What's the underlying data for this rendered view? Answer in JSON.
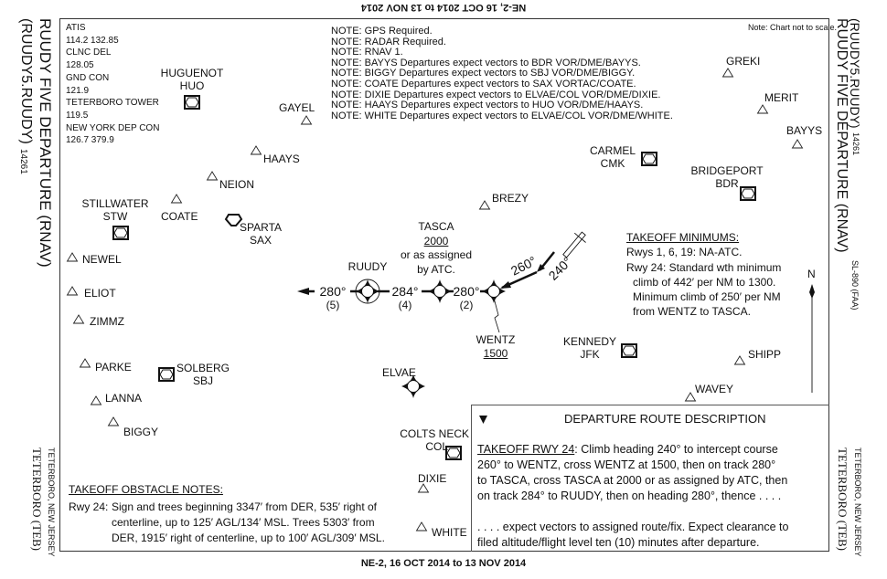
{
  "header": {
    "top_upside_down": "NE-2, 16 OCT 2014 to 13 NOV 2014",
    "bottom": "NE-2, 16 OCT 2014 to 13 NOV 2014"
  },
  "margins": {
    "title": "RUUDY FIVE DEPARTURE (RNAV)",
    "code": "(RUUDY5.RUUDY)",
    "number": "14261",
    "faa": "SL-890 (FAA)",
    "airport": "TETERBORO (TEB)",
    "city": "TETERBORO, NEW JERSEY"
  },
  "frequencies": [
    "ATIS",
    "114.2  132.85",
    "CLNC DEL",
    "128.05",
    "GND CON",
    "121.9",
    "TETERBORO TOWER",
    "119.5",
    "NEW YORK DEP CON",
    "126.7  379.9"
  ],
  "notes": [
    "NOTE: GPS Required.",
    "NOTE: RADAR Required.",
    "NOTE: RNAV 1.",
    "NOTE: BAYYS Departures expect vectors to BDR VOR/DME/BAYYS.",
    "NOTE: BIGGY Departures expect vectors to SBJ VOR/DME/BIGGY.",
    "NOTE: COATE Departures expect vectors to SAX VORTAC/COATE.",
    "NOTE: DIXIE Departures expect vectors to ELVAE/COL VOR/DME/DIXIE.",
    "NOTE: HAAYS Departures expect vectors to HUO VOR/DME/HAAYS.",
    "NOTE: WHITE Departures expect vectors to ELVAE/COL VOR/DME/WHITE."
  ],
  "not_to_scale": "Note: Chart not to scale.",
  "navaids": {
    "huo": {
      "name": "HUGUENOT",
      "id": "HUO"
    },
    "stw": {
      "name": "STILLWATER",
      "id": "STW"
    },
    "sax": {
      "name": "SPARTA",
      "id": "SAX"
    },
    "sbj": {
      "name": "SOLBERG",
      "id": "SBJ"
    },
    "cmk": {
      "name": "CARMEL",
      "id": "CMK"
    },
    "bdr": {
      "name": "BRIDGEPORT",
      "id": "BDR"
    },
    "jfk": {
      "name": "KENNEDY",
      "id": "JFK"
    },
    "col": {
      "name": "COLTS NECK",
      "id": "COL"
    }
  },
  "waypoints": {
    "gayel": "GAYEL",
    "haays": "HAAYS",
    "neion": "NEION",
    "coate": "COATE",
    "newel": "NEWEL",
    "eliot": "ELIOT",
    "zimmz": "ZIMMZ",
    "parke": "PARKE",
    "lanna": "LANNA",
    "biggy": "BIGGY",
    "greki": "GREKI",
    "merit": "MERIT",
    "bayys": "BAYYS",
    "brezy": "BREZY",
    "shipp": "SHIPP",
    "wavey": "WAVEY",
    "dixie": "DIXIE",
    "white": "WHITE",
    "elvae": "ELVAE"
  },
  "route": {
    "ruudy": "RUUDY",
    "tasca": {
      "name": "TASCA",
      "alt": "2000",
      "line1": "or as assigned",
      "line2": "by ATC."
    },
    "wentz": {
      "name": "WENTZ",
      "alt": "1500"
    },
    "legs": [
      {
        "course": "280°",
        "distance": "(5)"
      },
      {
        "course": "284°",
        "distance": "(4)"
      },
      {
        "course": "280°",
        "distance": "(2)"
      }
    ],
    "course_260": "260°",
    "heading_240": "240°"
  },
  "north": "N",
  "takeoff_minimums": {
    "title": "TAKEOFF MINIMUMS:",
    "lines": [
      "Rwys 1, 6, 19:  NA-ATC.",
      "Rwy 24: Standard wth minimum",
      "climb of 442′ per NM to 1300.",
      "Minimum climb of 250′ per NM",
      "from WENTZ to TASCA."
    ]
  },
  "obstacle_notes": {
    "title": "TAKEOFF OBSTACLE NOTES:",
    "label": "Rwy 24:",
    "lines": [
      "Sign and trees beginning 3347′ from DER, 535′ right of",
      "centerline, up to 125′ AGL/134′ MSL. Trees 5303′ from",
      "DER, 1915′ right of centerline, up to 100′ AGL/309′ MSL."
    ]
  },
  "departure_description": {
    "title": "DEPARTURE ROUTE DESCRIPTION",
    "lead": "TAKEOFF RWY 24",
    "lines": [
      ": Climb heading 240° to intercept course",
      "260° to WENTZ, cross WENTZ at 1500, then on track 280°",
      "to TASCA, cross TASCA at 2000 or as assigned by ATC, then",
      "on track 284° to RUUDY, then on heading 280°, thence . . . .",
      ". . . . expect vectors to assigned route/fix. Expect clearance to",
      "filed altitude/flight level ten (10) minutes after departure."
    ]
  },
  "colors": {
    "ink": "#111111",
    "frame": "#333333"
  }
}
